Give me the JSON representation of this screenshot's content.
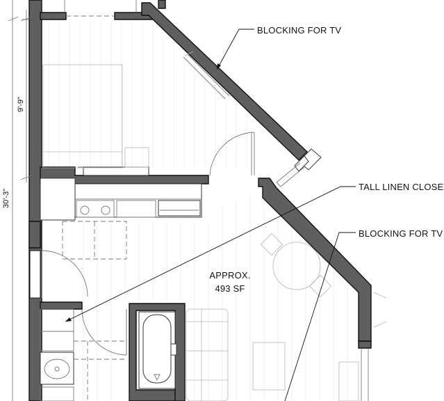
{
  "plan": {
    "area_label": "APPROX.",
    "area_value": "493 SF",
    "callouts": {
      "blocking_tv_top": "BLOCKING FOR TV",
      "linen_closet": "TALL LINEN CLOSET",
      "blocking_tv_mid": "BLOCKING FOR TV"
    },
    "dimensions": {
      "bedroom_depth": "9'-9\"",
      "overall": "30'-3\""
    }
  }
}
